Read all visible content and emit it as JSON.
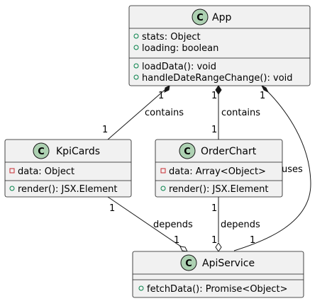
{
  "classes": {
    "app": {
      "name": "App",
      "glyph": "C",
      "attributes": [
        {
          "visibility": "public",
          "text": "stats: Object"
        },
        {
          "visibility": "public",
          "text": "loading: boolean"
        }
      ],
      "methods": [
        {
          "visibility": "public",
          "text": "loadData(): void"
        },
        {
          "visibility": "public",
          "text": "handleDateRangeChange(): void"
        }
      ]
    },
    "kpicards": {
      "name": "KpiCards",
      "glyph": "C",
      "attributes": [
        {
          "visibility": "private",
          "text": "data: Object"
        }
      ],
      "methods": [
        {
          "visibility": "public",
          "text": "render(): JSX.Element"
        }
      ]
    },
    "orderchart": {
      "name": "OrderChart",
      "glyph": "C",
      "attributes": [
        {
          "visibility": "private",
          "text": "data: Array<Object>"
        }
      ],
      "methods": [
        {
          "visibility": "public",
          "text": "render(): JSX.Element"
        }
      ]
    },
    "apiservice": {
      "name": "ApiService",
      "glyph": "C",
      "attributes": [],
      "methods": [
        {
          "visibility": "public",
          "text": "fetchData(): Promise<Object>"
        }
      ]
    }
  },
  "relations": {
    "app_kpicards": {
      "label": "contains",
      "source_mult": "1",
      "target_mult": "1",
      "kind": "composition"
    },
    "app_orderchart": {
      "label": "contains",
      "source_mult": "1",
      "target_mult": "1",
      "kind": "composition"
    },
    "app_apiservice": {
      "label": "uses",
      "source_mult": "1",
      "target_mult": "1",
      "kind": "composition"
    },
    "kpicards_apiservice": {
      "label": "depends",
      "source_mult": "1",
      "target_mult": "1",
      "kind": "aggregation"
    },
    "orderchart_apiservice": {
      "label": "depends",
      "source_mult": "1",
      "target_mult": "1",
      "kind": "aggregation"
    }
  }
}
